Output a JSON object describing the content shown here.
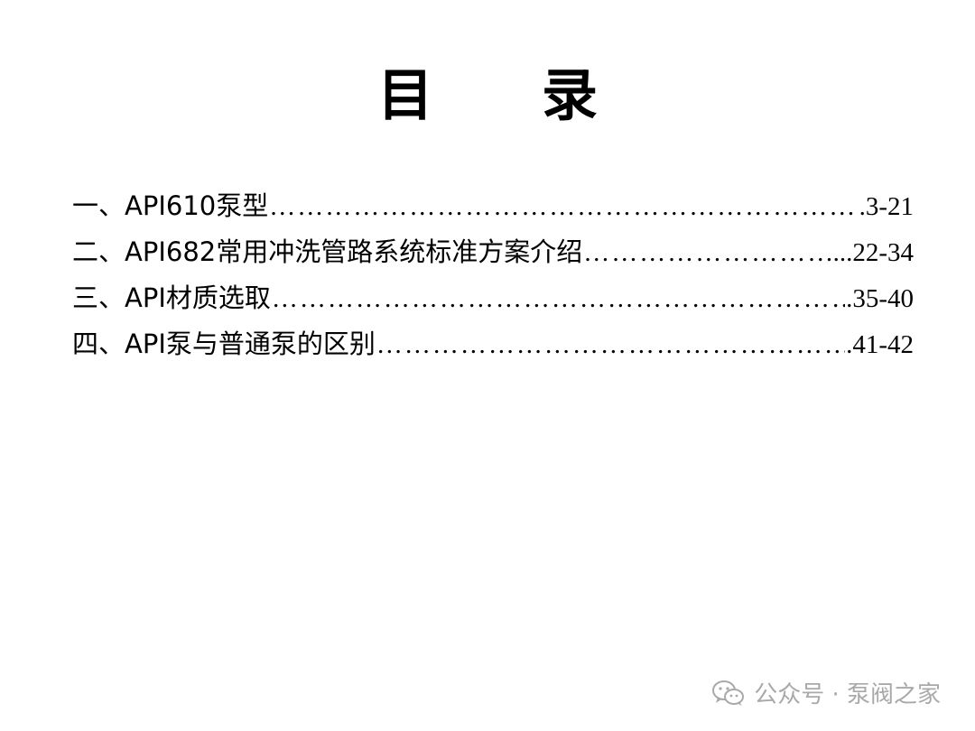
{
  "page": {
    "title_chars": [
      "目",
      "录"
    ]
  },
  "toc": {
    "entries": [
      {
        "label": "一、API610泵型",
        "pages": ".3-21"
      },
      {
        "label": "二、API682常用冲洗管路系统标准方案介绍",
        "pages": "...22-34"
      },
      {
        "label": "三、API材质选取",
        "pages": ".35-40"
      },
      {
        "label": "四、API泵与普通泵的区别",
        "pages": ".41-42"
      }
    ]
  },
  "watermark": {
    "text": "公众号 · 泵阀之家",
    "icon": "wechat-icon",
    "color": "#a9a9a9"
  }
}
